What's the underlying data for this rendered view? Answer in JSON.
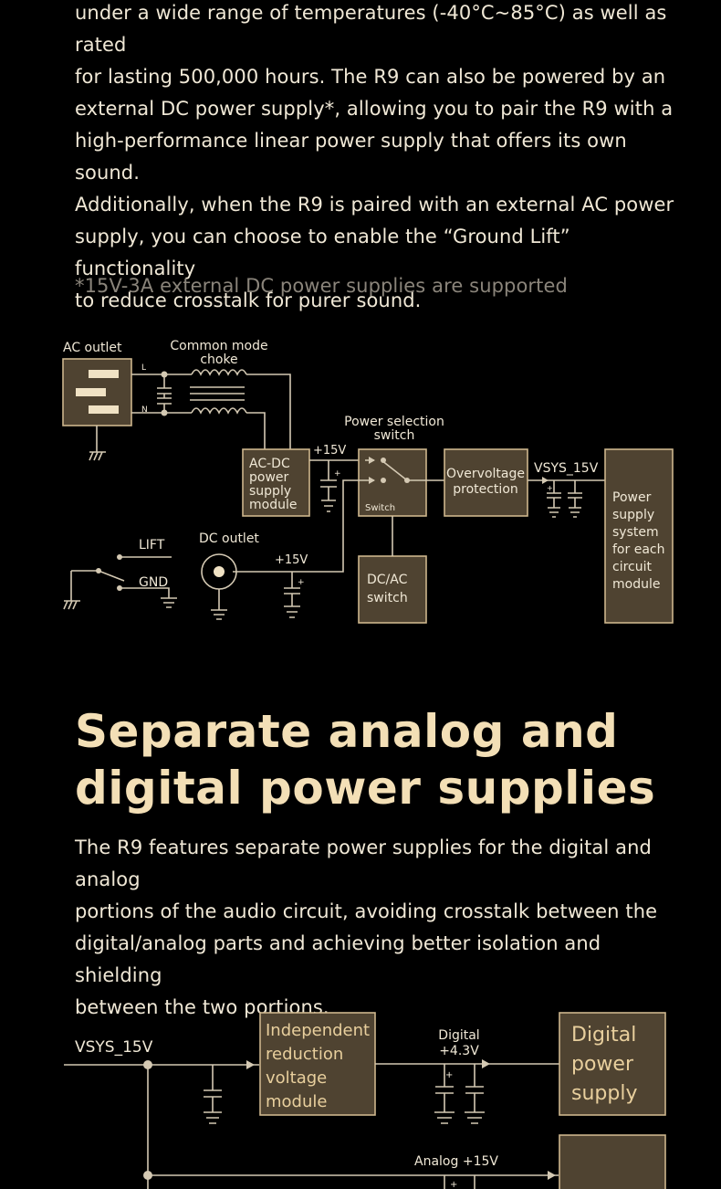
{
  "intro_paragraph": "under a wide range of temperatures (-40°C~85°C) as well as rated\nfor lasting 500,000 hours. The R9 can also be powered by an\nexternal DC power supply*, allowing you to pair the R9 with a\nhigh-performance linear power supply that offers its own sound.\nAdditionally, when the R9 is paired with an external AC power\nsupply, you can choose to enable the “Ground Lift” functionality\nto reduce crosstalk for purer sound.",
  "footnote": "*15V-3A external DC power supplies are supported",
  "diagram1": {
    "ac_outlet": "AC outlet",
    "common_mode_choke_1": "Common mode",
    "common_mode_choke_2": "choke",
    "wire_l": "L",
    "wire_n": "N",
    "acdc_1": "AC-DC",
    "acdc_2": "power",
    "acdc_3": "supply",
    "acdc_4": "module",
    "plus15v_a": "+15V",
    "power_selection_1": "Power selection",
    "power_selection_2": "switch",
    "switch_label": "Switch",
    "overvoltage_1": "Overvoltage",
    "overvoltage_2": "protection",
    "vsys": "VSYS_15V",
    "psys_1": "Power",
    "psys_2": "supply",
    "psys_3": "system",
    "psys_4": "for each",
    "psys_5": "circuit",
    "psys_6": "module",
    "lift": "LIFT",
    "gnd": "GND",
    "dc_outlet": "DC outlet",
    "plus15v_b": "+15V",
    "dcac_1": "DC/AC",
    "dcac_2": "switch",
    "plus": "+"
  },
  "heading": "Separate analog and\ndigital power supplies",
  "body_paragraph": "The R9 features separate power supplies for the digital and analog\nportions of the audio circuit, avoiding crosstalk between the\ndigital/analog parts and achieving better isolation and shielding\nbetween the two portions.",
  "diagram2": {
    "vsys": "VSYS_15V",
    "ind_1": "Independent",
    "ind_2": "reduction",
    "ind_3": "voltage",
    "ind_4": "module",
    "digital_1": "Digital",
    "digital_2": "+4.3V",
    "dps_1": "Digital",
    "dps_2": "power",
    "dps_3": "supply",
    "analog": "Analog +15V",
    "plus": "+"
  },
  "colors": {
    "background": "#000000",
    "heading_gold": "#f3dfb6",
    "box_fill": "#4f4331",
    "box_stroke": "#cdb68d",
    "wire": "#d4c9b3",
    "footnote_gray": "#8a847a"
  }
}
